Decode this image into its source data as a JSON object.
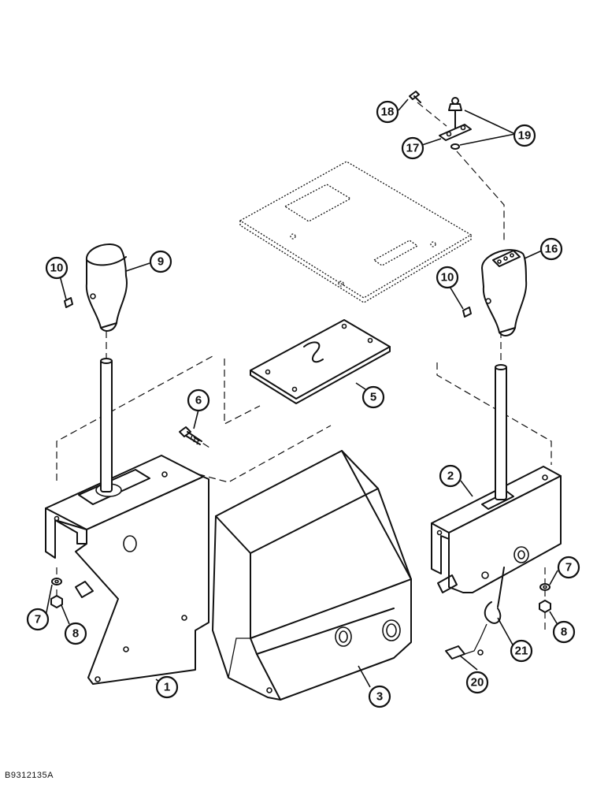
{
  "callouts": {
    "c1": "1",
    "c2": "2",
    "c3": "3",
    "c5": "5",
    "c6": "6",
    "c7a": "7",
    "c7b": "7",
    "c8a": "8",
    "c8b": "8",
    "c9": "9",
    "c10a": "10",
    "c10b": "10",
    "c16": "16",
    "c17": "17",
    "c18": "18",
    "c19": "19",
    "c20": "20",
    "c21": "21"
  },
  "figure_code": "B9312135A"
}
